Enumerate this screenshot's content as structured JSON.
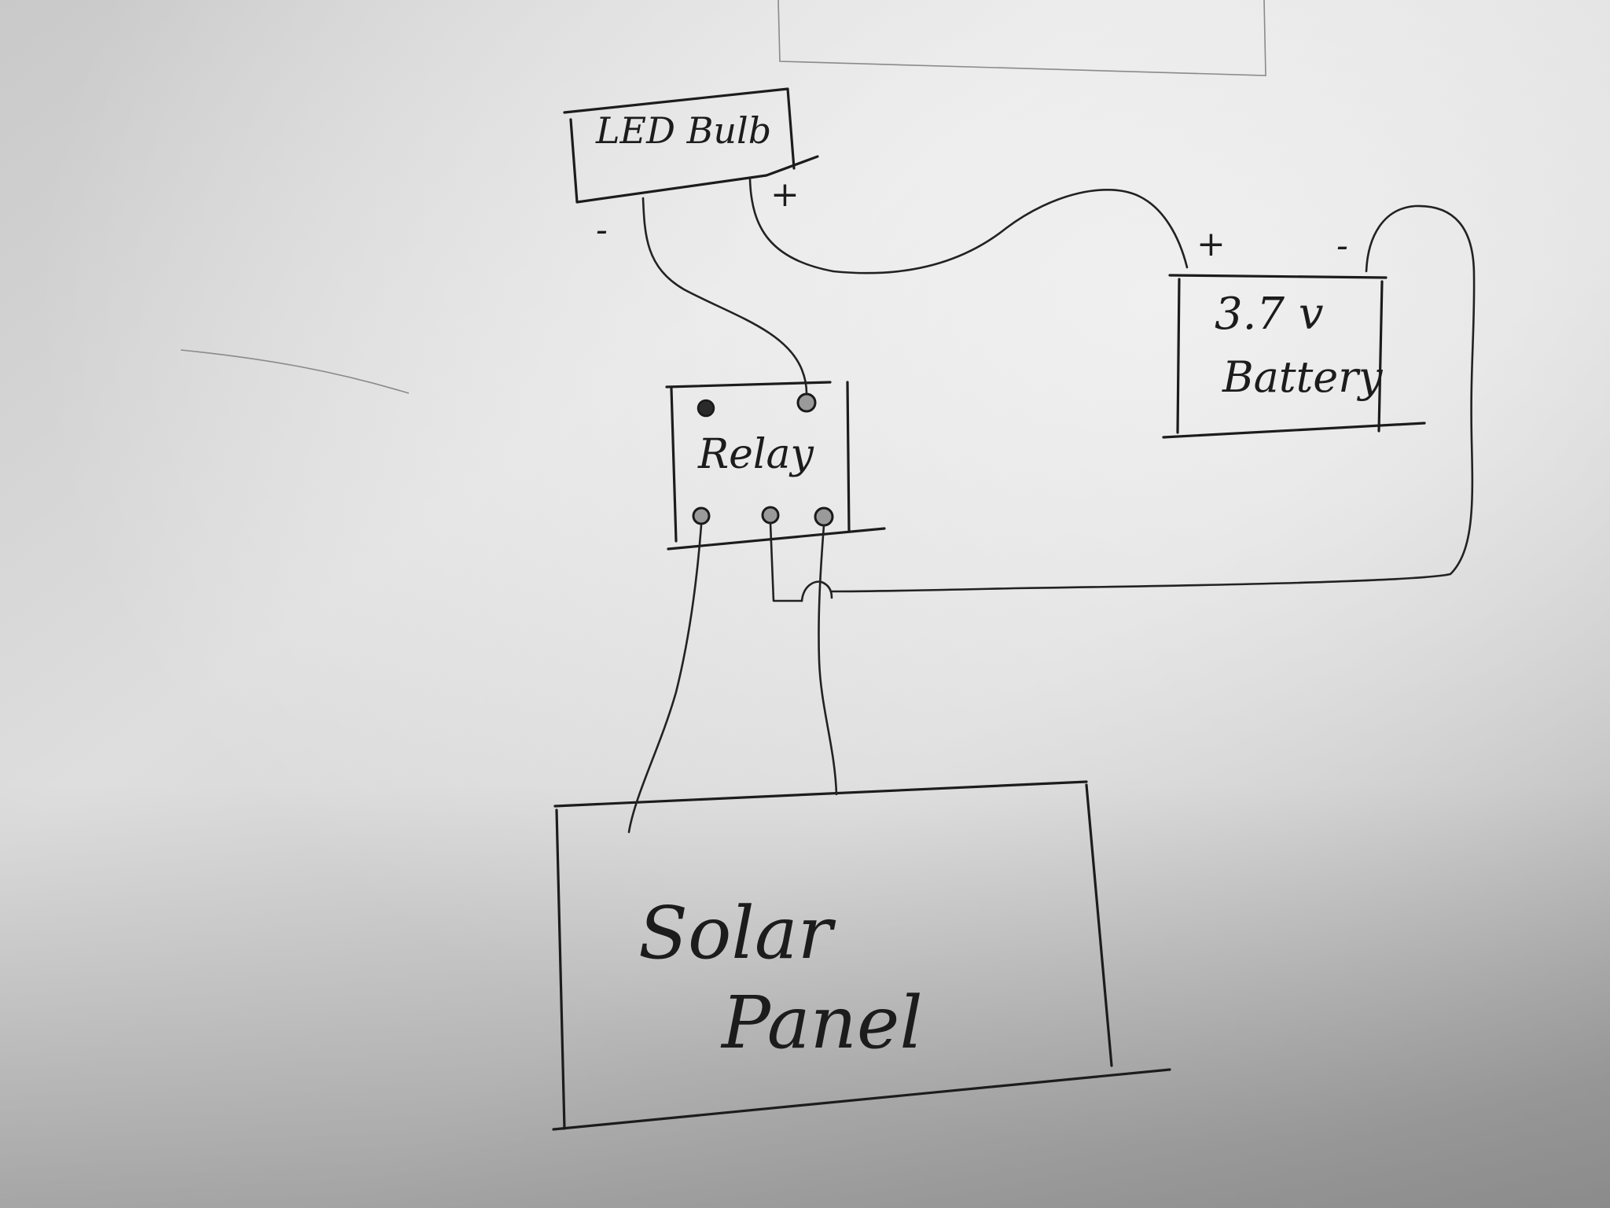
{
  "components": {
    "led_bulb": {
      "label": "LED Bulb",
      "neg": "-",
      "pos": "+"
    },
    "battery": {
      "label_line1": "3.7 v",
      "label_line2": "Battery",
      "pos": "+",
      "neg": "-"
    },
    "relay": {
      "label": "Relay"
    },
    "solar_panel": {
      "label_line1": "Solar",
      "label_line2": "Panel"
    }
  }
}
